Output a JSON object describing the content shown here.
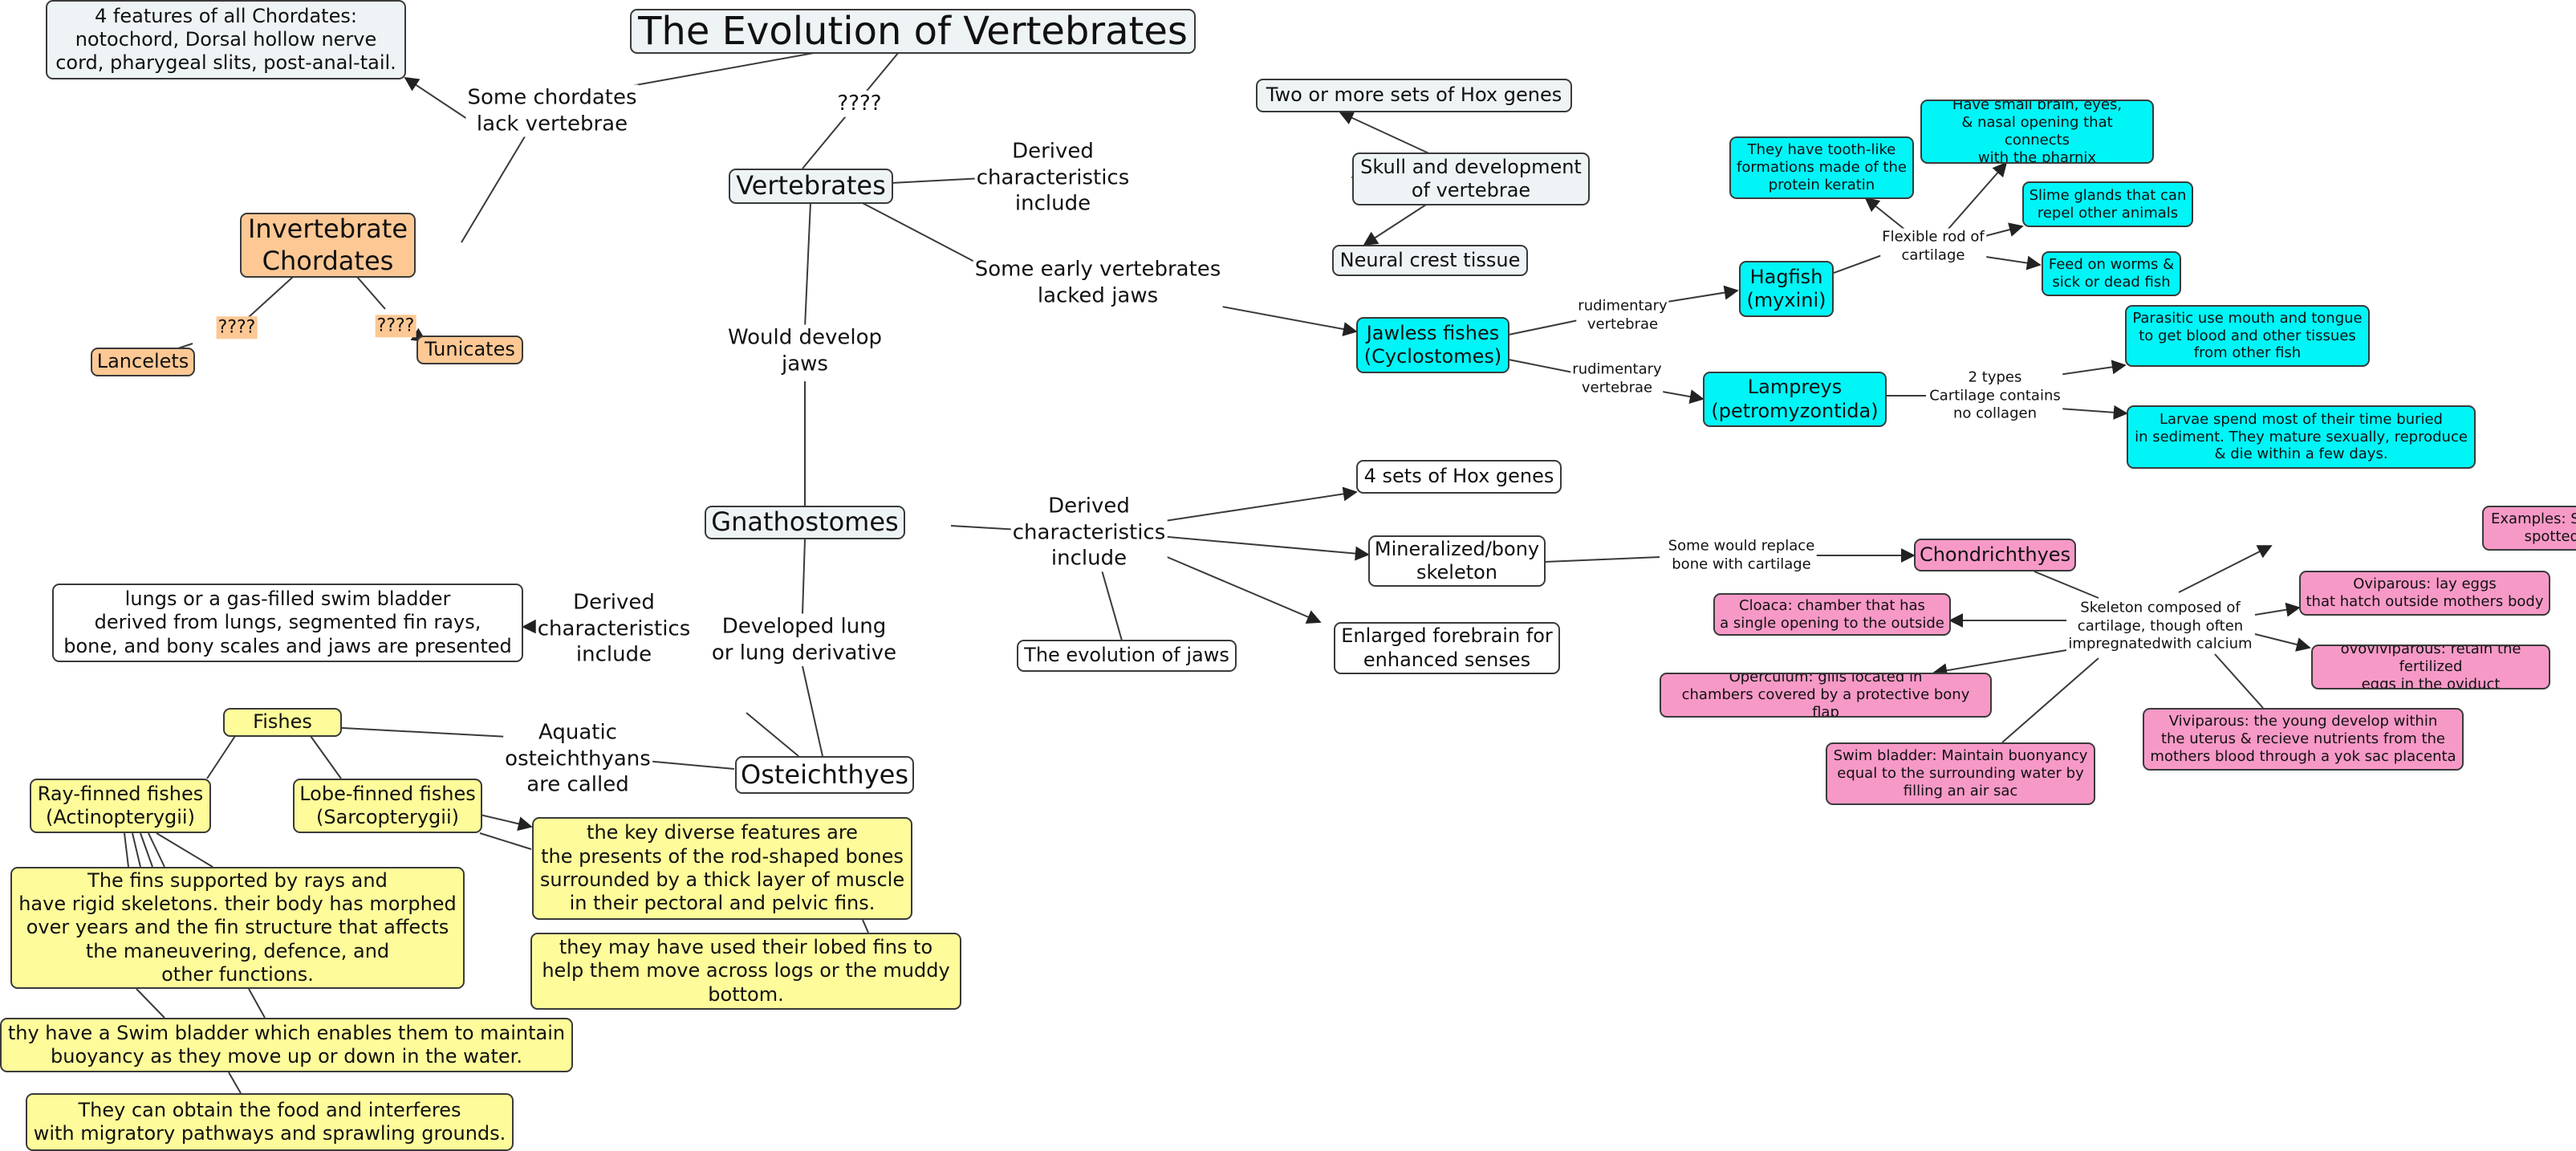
{
  "title": "The Evolution of Vertebrates",
  "nodes": {
    "chordates": "4 features of all Chordates:\nnotochord, Dorsal hollow nerve\ncord, pharygeal slits, post-anal-tail.",
    "invertebrate": "Invertebrate\nChordates",
    "lancelets": "Lancelets",
    "tunicates": "Tunicates",
    "vertebrates": "Vertebrates",
    "hox2": "Two or more sets of Hox genes",
    "skull": "Skull and development\nof vertebrae",
    "neural": "Neural crest tissue",
    "jawless": "Jawless fishes\n(Cyclostomes)",
    "hagfish": "Hagfish\n(myxini)",
    "lampreys": "Lampreys\n(petromyzontida)",
    "tooth": "They have tooth-like\nformations made of the\nprotein keratin",
    "brain": "Have small brain, eyes,\n& nasal opening that connects\nwith the pharnix",
    "slime": "Slime glands that can\nrepel other animals",
    "worms": "Feed on worms &\nsick or dead fish",
    "parasitic": "Parasitic use mouth and tongue\nto get blood and other tissues\nfrom other fish",
    "larvae": "Larvae spend most of their time buried\nin sediment. They mature sexually, reproduce\n& die within a few days.",
    "gnathostomes": "Gnathostomes",
    "hox4": "4 sets of Hox genes",
    "mineral": "Mineralized/bony\nskeleton",
    "forebrain": "Enlarged forebrain for\nenhanced senses",
    "jaws": "The evolution of jaws",
    "chondrichthyes": "Chondrichthyes",
    "examples": "Examples: Sharks, Rays\nspotted ratfish",
    "oviparous": "Oviparous: lay eggs\nthat hatch outside mothers body",
    "ovoviviparous": "ovoviviparous: retain the fertilized\neggs in the oviduct",
    "viviparous": "Viviparous: the young develop within\nthe uterus & recieve nutrients from the\nmothers blood through a yok sac placenta",
    "cloaca": "Cloaca: chamber that has\na single opening to the outside",
    "operculum": "Operculum: gills located in\nchambers covered by a protective bony flap",
    "swim": "Swim bladder: Maintain buonyancy\nequal to the surrounding water by\nfilling an air sac",
    "lungs": "lungs or a gas-filled swim bladder\nderived from lungs, segmented fin rays,\nbone, and bony scales and jaws are presented",
    "osteichthyes": "Osteichthyes",
    "fishes": "Fishes",
    "rayfinned": "Ray-finned fishes\n(Actinopterygii)",
    "lobefinned": "Lobe-finned fishes\n(Sarcopterygii)",
    "fins": "The fins supported by rays and\nhave rigid skeletons. their body has morphed\nover years and the fin structure that affects\nthe maneuvering, defence, and\nother functions.",
    "swimbladder2": "thy have a Swim bladder which enables them to maintain\nbuoyancy as they move up or down in the water.",
    "food": "They can obtain the food and interferes\nwith migratory pathways and sprawling grounds.",
    "keydiverse": "the key diverse features are\nthe presents of the rod-shaped bones\nsurrounded by a thick layer of muscle\nin their pectoral and pelvic fins.",
    "lobed": "they may have used their lobed fins to\nhelp them move across logs or the muddy\nbottom."
  },
  "labels": {
    "q_top": "????",
    "some_chordates": "Some chordates\nlack vertebrae",
    "q_lancelets": "????",
    "q_tunicates": "????",
    "derived1": "Derived\ncharacteristics\ninclude",
    "early_jaws": "Some early vertebrates\nlacked jaws",
    "would_jaws": "Would develop\njaws",
    "rud1": "rudimentary\nvertebrae",
    "rud2": "rudimentary\nvertebrae",
    "flexible": "Flexible rod of\ncartilage",
    "two_types": "2 types\nCartilage contains\nno collagen",
    "derived2": "Derived\ncharacteristics\ninclude",
    "replace": "Some would replace\nbone with cartilage",
    "skeleton": "Skeleton composed of\ncartilage, though often\nimpregnatedwith calcium",
    "derived3": "Derived\ncharacteristics\ninclude",
    "lung_deriv": "Developed lung\nor lung derivative",
    "aquatic": "Aquatic\nosteichthyans\nare called"
  },
  "colors": {
    "gray": "#eef3f5",
    "orange": "#fdc894",
    "cyan": "#00f5f7",
    "pink": "#f799c7",
    "yellow": "#fdfb9a",
    "line": "#3a3a3a"
  }
}
